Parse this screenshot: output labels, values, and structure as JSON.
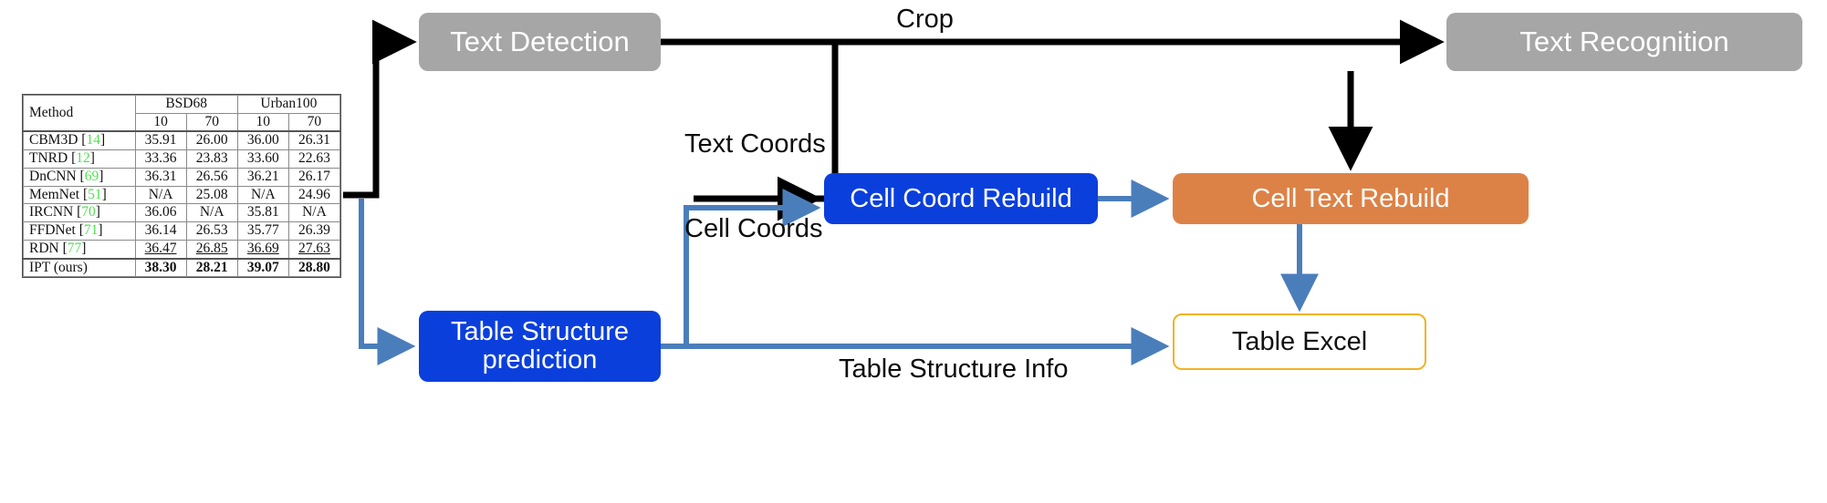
{
  "figure": {
    "table": {
      "caption_present": false,
      "header_row1": [
        "Method",
        "BSD68",
        "Urban100"
      ],
      "header_row2": [
        "10",
        "70",
        "10",
        "70"
      ],
      "rows": [
        {
          "method": "CBM3D",
          "ref": "14",
          "values": [
            "35.91",
            "26.00",
            "36.00",
            "26.31"
          ],
          "style": "normal"
        },
        {
          "method": "TNRD",
          "ref": "12",
          "values": [
            "33.36",
            "23.83",
            "33.60",
            "22.63"
          ],
          "style": "normal"
        },
        {
          "method": "DnCNN",
          "ref": "69",
          "values": [
            "36.31",
            "26.56",
            "36.21",
            "26.17"
          ],
          "style": "normal"
        },
        {
          "method": "MemNet",
          "ref": "51",
          "values": [
            "N/A",
            "25.08",
            "N/A",
            "24.96"
          ],
          "style": "normal"
        },
        {
          "method": "IRCNN",
          "ref": "70",
          "values": [
            "36.06",
            "N/A",
            "35.81",
            "N/A"
          ],
          "style": "normal"
        },
        {
          "method": "FFDNet",
          "ref": "71",
          "values": [
            "36.14",
            "26.53",
            "35.77",
            "26.39"
          ],
          "style": "normal"
        },
        {
          "method": "RDN",
          "ref": "77",
          "values": [
            "36.47",
            "26.85",
            "36.69",
            "27.63"
          ],
          "style": "underline"
        },
        {
          "method": "IPT (ours)",
          "ref": "",
          "values": [
            "38.30",
            "28.21",
            "39.07",
            "28.80"
          ],
          "style": "bold"
        }
      ]
    }
  },
  "pipeline": {
    "nodes": {
      "text_detection": "Text Detection",
      "text_recognition": "Text Recognition",
      "cell_coord_rebuild": "Cell Coord Rebuild",
      "cell_text_rebuild": "Cell Text Rebuild",
      "table_structure_prediction_line1": "Table Structure",
      "table_structure_prediction_line2": "prediction",
      "table_excel": "Table Excel"
    },
    "edge_labels": {
      "crop": "Crop",
      "text_coords": "Text Coords",
      "cell_coords": "Cell Coords",
      "table_structure_info": "Table Structure Info"
    },
    "colors": {
      "gray_node": "#a6a6a6",
      "blue_node": "#0b3fdc",
      "orange_node": "#dd8247",
      "excel_border": "#f0b323",
      "black_edge": "#000000",
      "blue_edge": "#4a7ebb",
      "ref_green": "#51e051"
    }
  }
}
